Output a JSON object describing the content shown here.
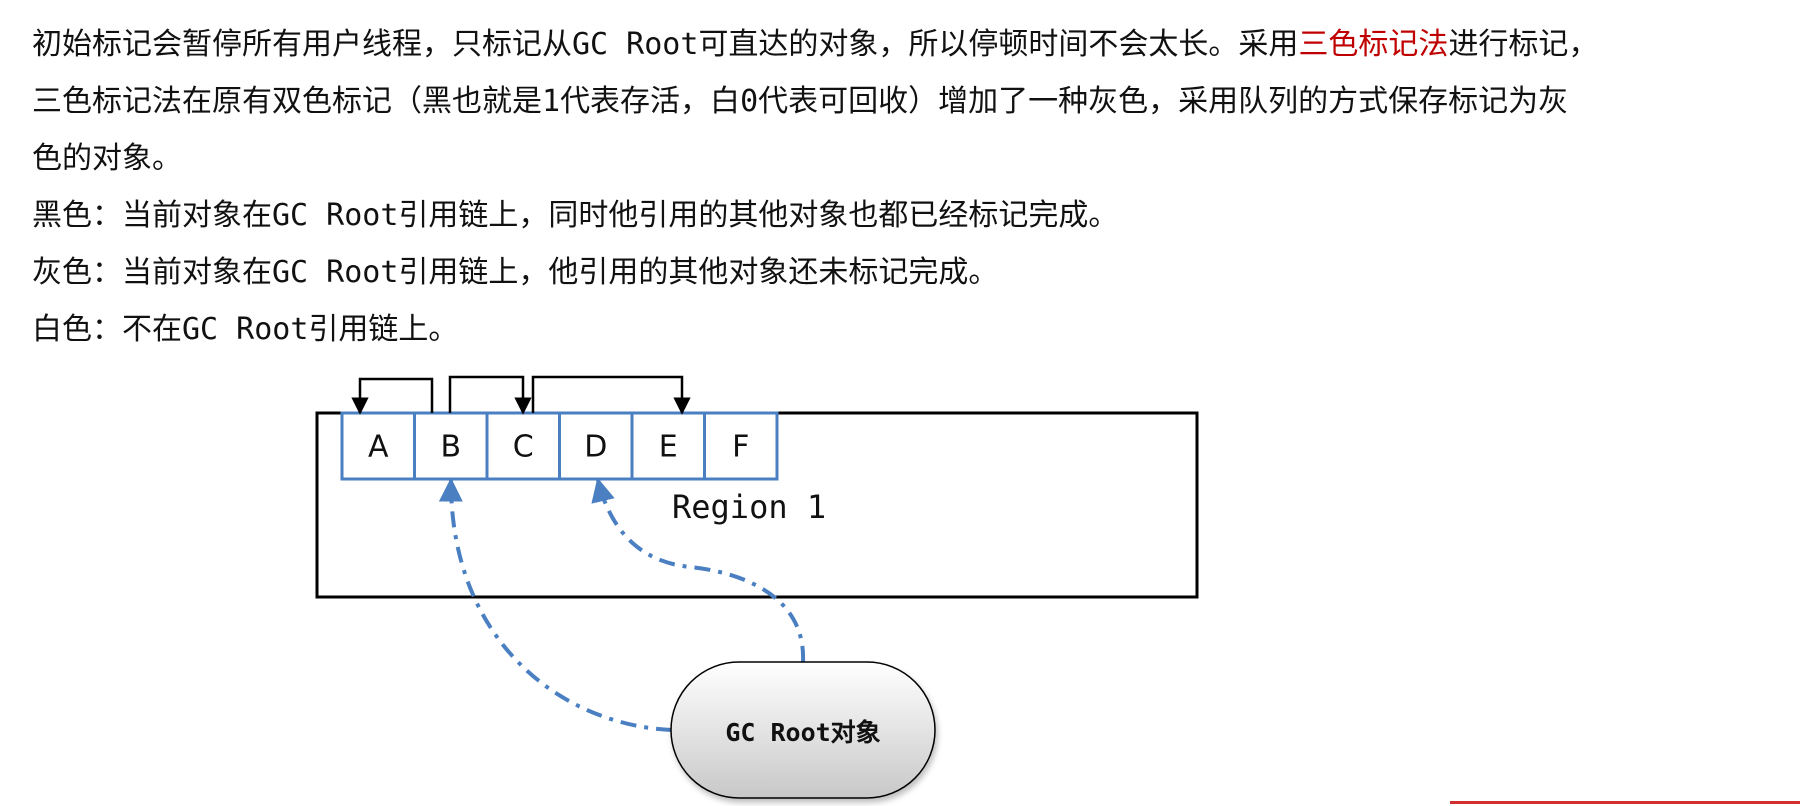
{
  "intro": {
    "line1_before": "初始标记会暂停所有用户线程，只标记从",
    "line1_code": "GC Root",
    "line1_middle": "可直达的对象，所以停顿时间不会太长。采用",
    "line1_highlight": "三色标记法",
    "line1_after": "进行标记，",
    "line2_before": "三色标记法在原有双色标记（黑也就是",
    "line2_num1": "1",
    "line2_middle": "代表存活，白",
    "line2_num2": "0",
    "line2_after": "代表可回收）增加了一种灰色，采用队列的方式保存标记为灰",
    "line3": "色的对象。"
  },
  "definitions": {
    "black": {
      "prefix": "黑色：当前对象在",
      "code": "GC Root",
      "suffix": "引用链上，同时他引用的其他对象也都已经标记完成。"
    },
    "gray": {
      "prefix": "灰色：当前对象在",
      "code": "GC Root",
      "suffix": "引用链上，他引用的其他对象还未标记完成。"
    },
    "white": {
      "prefix": "白色：不在",
      "code": "GC Root",
      "suffix": "引用链上。"
    }
  },
  "diagram": {
    "cells": [
      "A",
      "B",
      "C",
      "D",
      "E",
      "F"
    ],
    "region_label": "Region 1",
    "root_label": "GC Root对象"
  },
  "colors": {
    "highlight": "#c00000",
    "cell_border": "#4a7fc1",
    "dashed_arrow": "#4a7fc1",
    "outline": "#000000",
    "corner_rule": "#d32f2f"
  }
}
